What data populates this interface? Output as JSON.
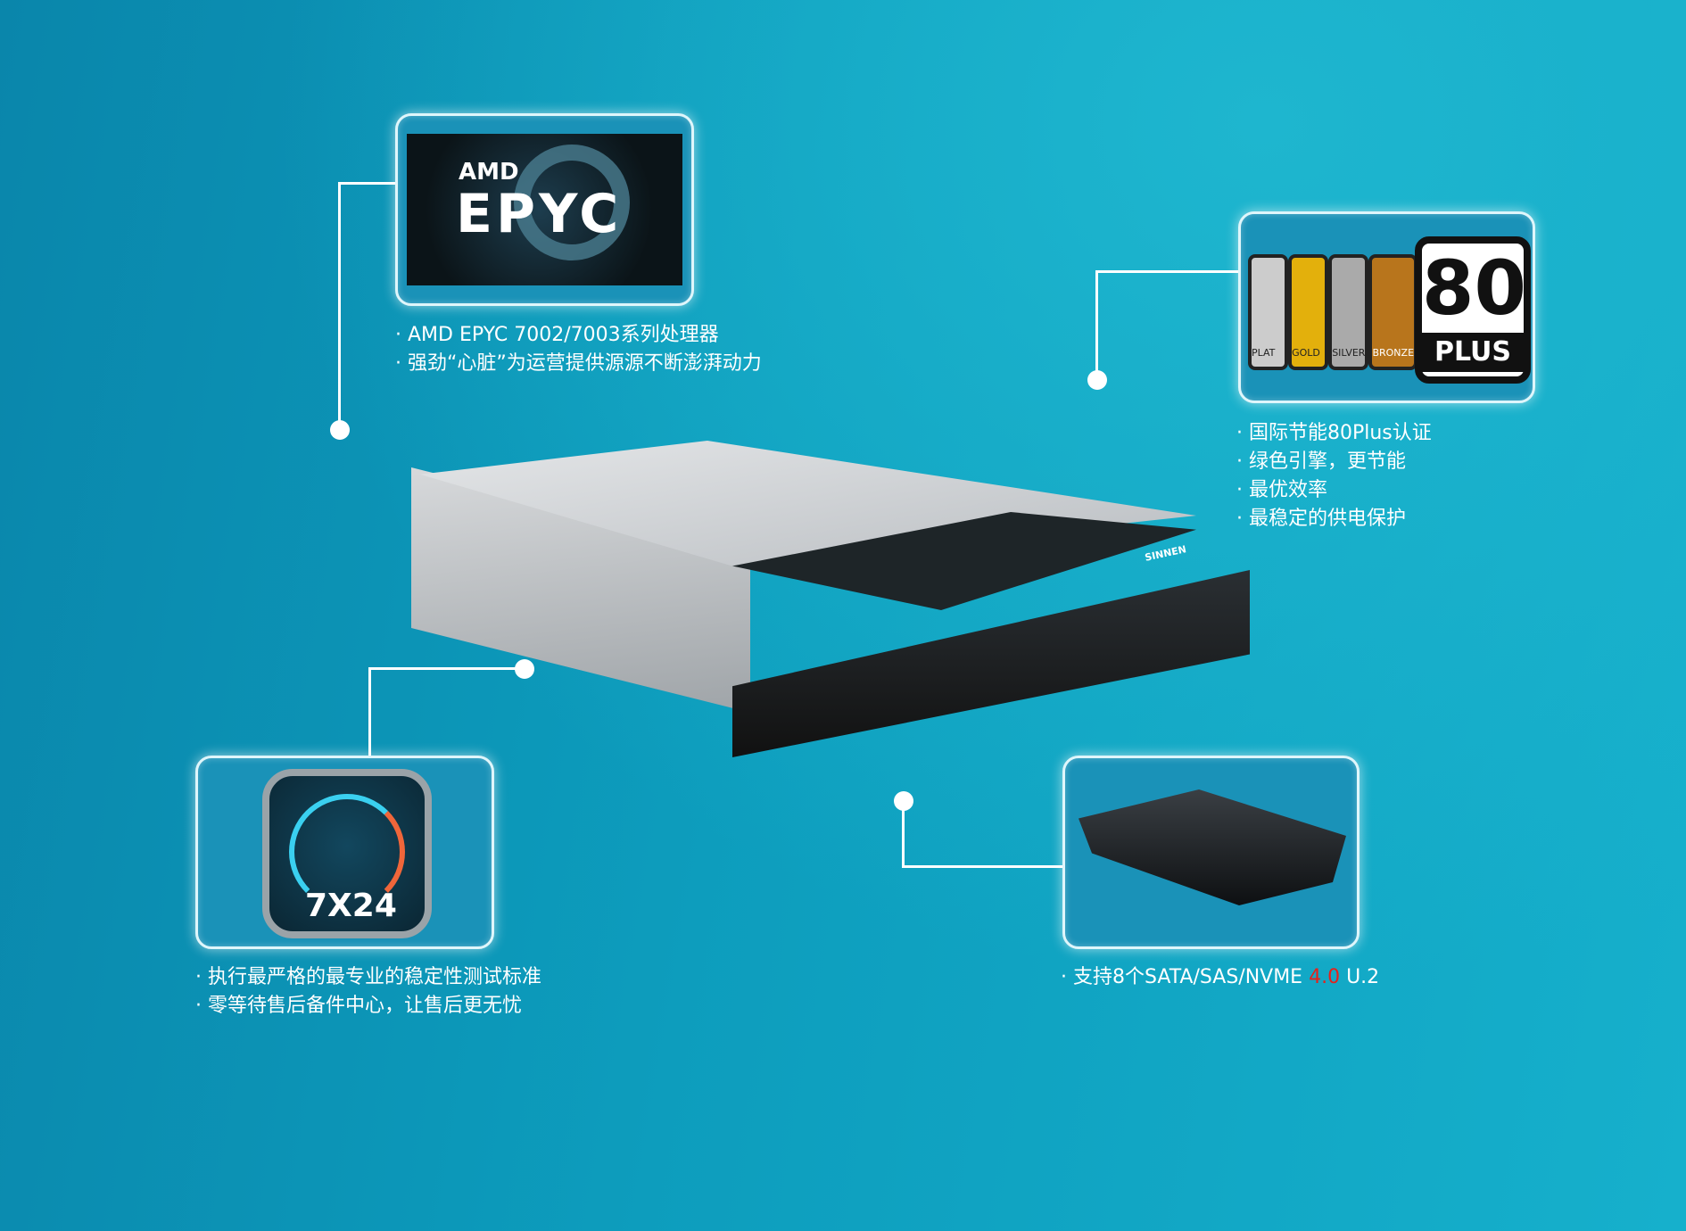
{
  "cpu": {
    "logo_amd": "AMD",
    "logo_epyc": "EPYC",
    "lines": [
      "· AMD EPYC 7002/7003系列处理器",
      "· 强劲“心脏”为运营提供源源不断澎湃动力"
    ]
  },
  "psu": {
    "badge_main": "80",
    "badge_plus": "PLUS",
    "badge_tiers": [
      "PLAT",
      "GOLD",
      "SILVER",
      "BRONZE"
    ],
    "lines": [
      "· 国际节能80Plus认证",
      "· 绿色引擎，更节能",
      "· 最优效率",
      "· 最稳定的供电保护"
    ]
  },
  "service": {
    "icon_label": "7X24",
    "lines": [
      "· 执行最严格的最专业的稳定性测试标准",
      "· 零等待售后备件中心，让售后更无忧"
    ]
  },
  "storage": {
    "line_prefix": "· 支持8个SATA/SAS/NVME ",
    "line_highlight": "4.0",
    "line_suffix": " U.2"
  },
  "server": {
    "brand": "SINNEN"
  }
}
